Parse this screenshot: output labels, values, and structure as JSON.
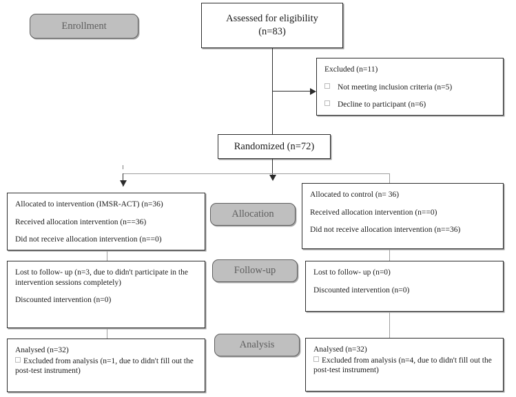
{
  "diagram": {
    "title": "CONSORT participant flow diagram",
    "stage_fill": "#bfbfbf",
    "stage_text_color": "#5e5e5e",
    "box_border": "#2b2b2b"
  },
  "stages": {
    "enrollment": "Enrollment",
    "allocation": "Allocation",
    "followup": "Follow-up",
    "analysis": "Analysis"
  },
  "assessed": {
    "line1": "Assessed for eligibility",
    "line2": "(n=83)"
  },
  "excluded": {
    "heading": "Excluded (n=11)",
    "items": [
      "Not meeting inclusion criteria (n=5)",
      "Decline to participant (n=6)"
    ]
  },
  "randomized": {
    "label": "Randomized (n=72)"
  },
  "allocation_intervention": {
    "lines": [
      "Allocated to intervention (IMSR-ACT) (n=36)",
      "Received allocation intervention (n==36)",
      "Did not receive allocation intervention (n==0)"
    ]
  },
  "allocation_control": {
    "lines": [
      "Allocated to control (n= 36)",
      "Received allocation intervention (n==0)",
      "Did not receive allocation intervention (n==36)"
    ]
  },
  "followup_intervention": {
    "lines": [
      "Lost to follow- up (n=3, due to didn't participate in the intervention sessions completely)",
      "Discounted intervention (n=0)"
    ]
  },
  "followup_control": {
    "lines": [
      "Lost to follow- up (n=0)",
      "Discounted intervention (n=0)"
    ]
  },
  "analysis_intervention": {
    "heading": "Analysed (n=32)",
    "excluded_note": "Excluded from analysis (n=1, due to didn't fill out the post-test instrument)"
  },
  "analysis_control": {
    "heading": "Analysed (n=32)",
    "excluded_note": "Excluded from analysis (n=4, due to didn't fill out the post-test instrument)"
  }
}
